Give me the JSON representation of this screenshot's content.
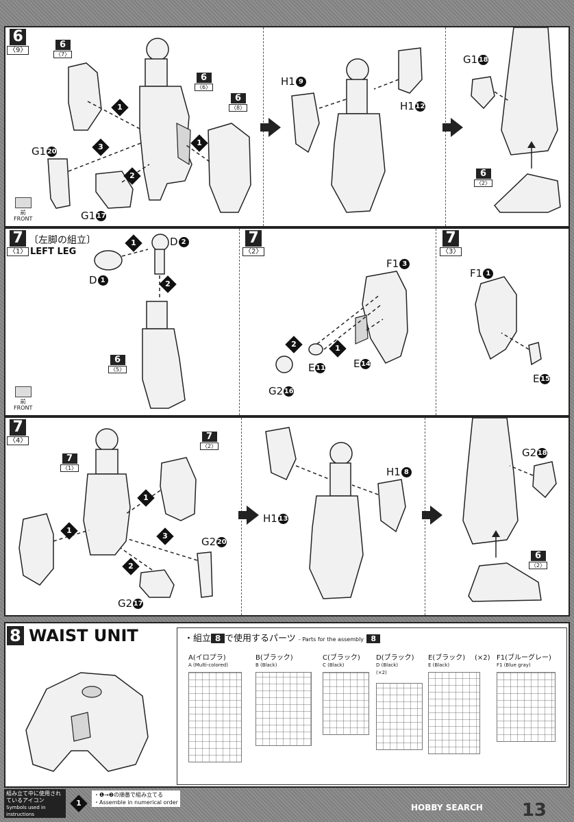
{
  "section6": {
    "step": "6",
    "step_sub": "〈9〉",
    "sub_labels": [
      "6",
      "〈7〉",
      "6",
      "〈6〉",
      "6",
      "〈8〉",
      "6",
      "〈2〉"
    ],
    "parts": {
      "g1_20": "G1",
      "g1_17": "G1",
      "h1_9": "H1",
      "h1_12": "H1",
      "g1_18": "G1"
    },
    "nums": {
      "n20": "20",
      "n17": "17",
      "n9": "9",
      "n12": "12",
      "n18": "18"
    },
    "front": [
      "前",
      "FRONT"
    ]
  },
  "section7a": {
    "step": "7",
    "step_sub": "〈1〉",
    "title_jp": "〔左脚の組立〕",
    "title_en": "LEFT LEG",
    "d1": "D",
    "d2": "D",
    "n1": "1",
    "n2": "2",
    "ref": "6",
    "ref_sub": "〈5〉",
    "front": [
      "前",
      "FRONT"
    ]
  },
  "section7b": {
    "step": "7",
    "step_sub": "〈2〉",
    "f1_3": "F1",
    "n3": "3",
    "e11": "E",
    "n11": "11",
    "e14": "E",
    "n14": "14",
    "g2_16": "G2",
    "n16": "16"
  },
  "section7c": {
    "step": "7",
    "step_sub": "〈3〉",
    "f1_1": "F1",
    "n1": "1",
    "e15": "E",
    "n15": "15"
  },
  "section7d": {
    "step": "7",
    "step_sub": "〈4〉",
    "sub_labels": [
      "7",
      "〈1〉",
      "7",
      "〈2〉",
      "6",
      "〈2〉"
    ],
    "g2_20": "G2",
    "n20": "20",
    "g2_17": "G2",
    "n17": "17",
    "h1_13": "H1",
    "n13": "13",
    "h1_8": "H1",
    "n8": "8",
    "g2_18": "G2",
    "n18": "18"
  },
  "section8": {
    "step": "8",
    "title": "WAIST UNIT",
    "parts_jp": "・組立",
    "parts_jp2": "で使用するパーツ",
    "parts_en": "- Parts for the assembly",
    "runners": [
      {
        "jp": "A(イロプラ)",
        "en": "A (Multi-colored)",
        "mult": ""
      },
      {
        "jp": "B(ブラック)",
        "en": "B (Black)",
        "mult": ""
      },
      {
        "jp": "C(ブラック)",
        "en": "C (Black)",
        "mult": ""
      },
      {
        "jp": "D(ブラック)",
        "en": "D (Black)",
        "mult": "(×2)"
      },
      {
        "jp": "E(ブラック)",
        "en": "E (Black)",
        "mult": "(×2)"
      },
      {
        "jp": "F1(ブルーグレー)",
        "en": "F1 (Blue gray)",
        "mult": ""
      }
    ]
  },
  "footer": {
    "legend_jp": "組み立て中に使用されているアイコン",
    "legend_en": "Symbols used in instructions",
    "icon": "1",
    "text_jp": "・❶→❷の順番で組み立てる",
    "text_en": "・Assemble in numerical order",
    "logo": "HOBBY SEARCH",
    "page": "13"
  },
  "order_marks": [
    "1",
    "2",
    "3"
  ]
}
